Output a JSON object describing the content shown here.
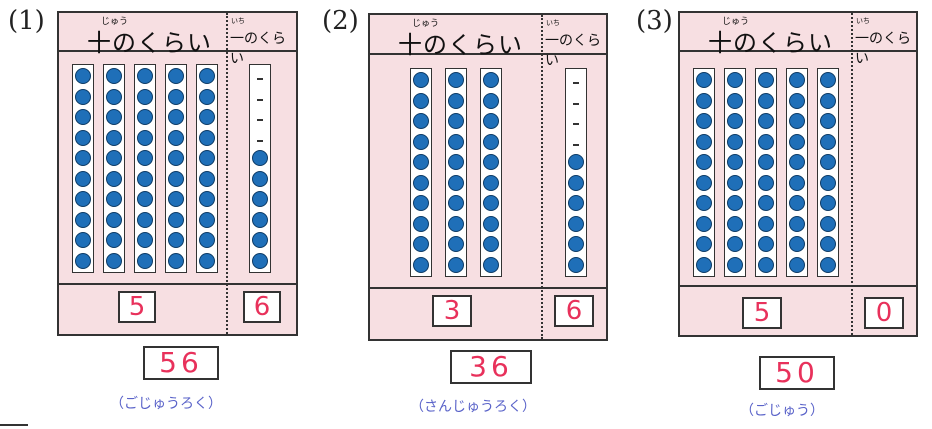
{
  "header": {
    "tens_label": "十のくらい",
    "tens_ruby": "じゅう",
    "ones_label": "一のくらい",
    "ones_ruby": "いち"
  },
  "problems": [
    {
      "number": "(1)",
      "tens_sticks": 5,
      "ones_beads": 6,
      "ones_stick_shown": true,
      "tens_digit": "5",
      "ones_digit": "6",
      "answer": "56",
      "reading": "（ごじゅうろく）"
    },
    {
      "number": "(2)",
      "tens_sticks": 3,
      "ones_beads": 6,
      "ones_stick_shown": true,
      "tens_digit": "3",
      "ones_digit": "6",
      "answer": "36",
      "reading": "（さんじゅうろく）"
    },
    {
      "number": "(3)",
      "tens_sticks": 5,
      "ones_beads": 0,
      "ones_stick_shown": false,
      "tens_digit": "5",
      "ones_digit": "0",
      "answer": "50",
      "reading": "（ごじゅう）"
    }
  ],
  "colors": {
    "bead": "#1f6fb8",
    "card": "#f7dfe2",
    "answer_ink": "#e8315b",
    "reading_ink": "#5a63c9"
  }
}
